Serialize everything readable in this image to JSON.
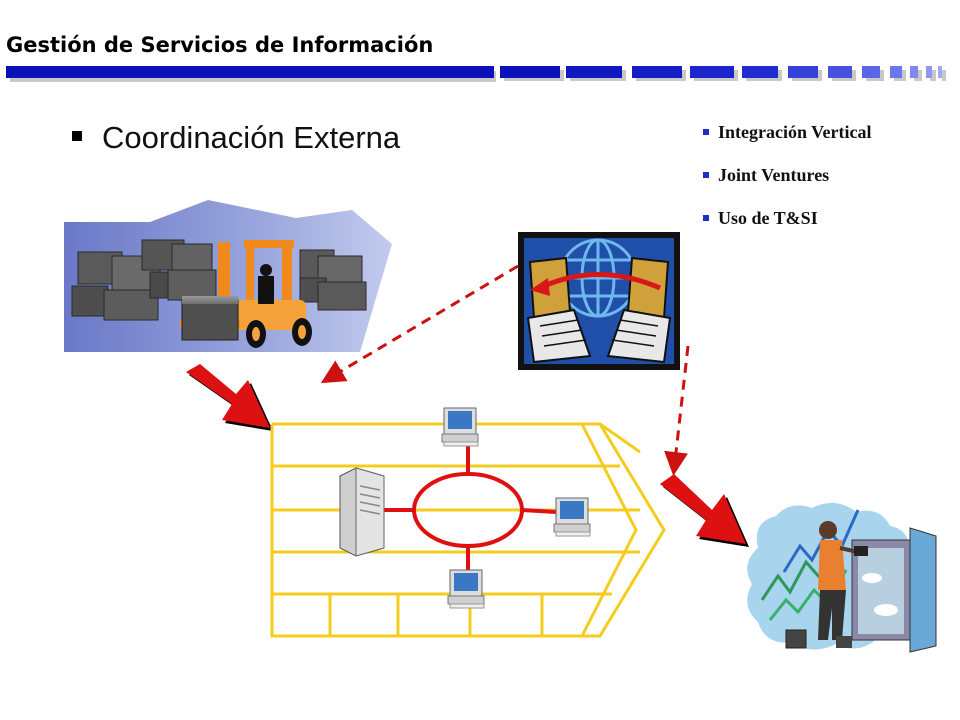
{
  "header": {
    "title": "Gestión de Servicios de Información",
    "bar_colors": {
      "dark": "#0a12b8",
      "mid": "#2633d4",
      "light": "#5a66e6",
      "shadow": "#c8c8c8"
    }
  },
  "main": {
    "bullet": "Coordinación Externa",
    "sub_bullets": [
      {
        "label": "Integración Vertical"
      },
      {
        "label": "Joint Ventures"
      },
      {
        "label": "Uso de T&SI"
      }
    ]
  },
  "diagram": {
    "clipart": [
      {
        "name": "forklift-warehouse",
        "semantic": "forklift-icon"
      },
      {
        "name": "network-exchange",
        "semantic": "globe-computers-icon"
      },
      {
        "name": "person-door-growth",
        "semantic": "person-icon"
      }
    ],
    "colors": {
      "frame": "#f5cc1e",
      "ring": "#e01010",
      "arrow": "#dd1111",
      "dashed": "#cc1111"
    }
  }
}
